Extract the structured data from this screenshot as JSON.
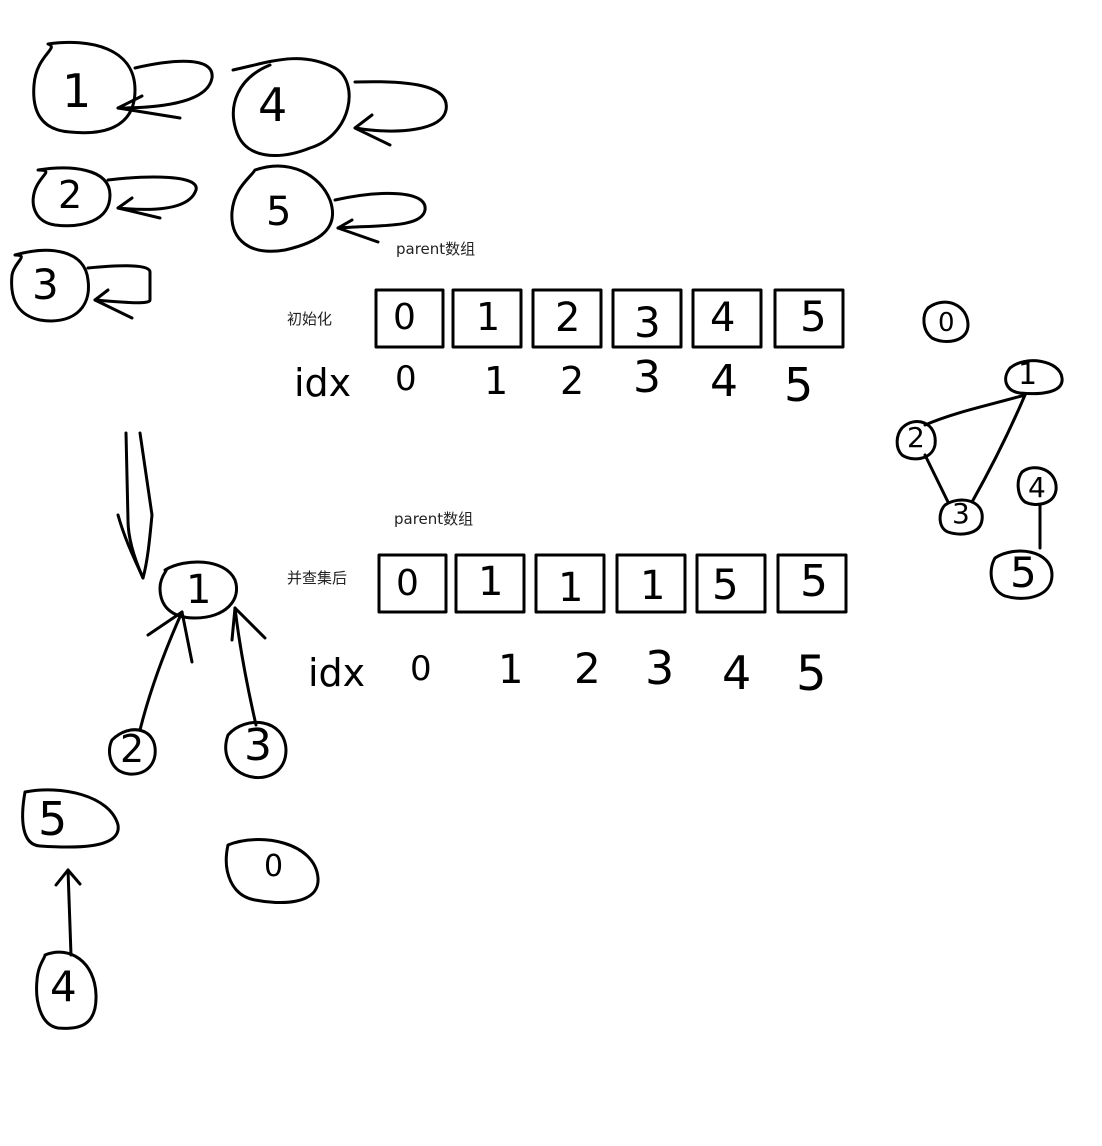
{
  "top_nodes": [
    "1",
    "4",
    "2",
    "5",
    "3"
  ],
  "section_init": {
    "array_title": "parent数组",
    "row_label": "初始化",
    "cells": [
      "0",
      "1",
      "2",
      "3",
      "4",
      "5"
    ],
    "idx_label": "idx",
    "idx": [
      "0",
      "1",
      "2",
      "3",
      "4",
      "5"
    ]
  },
  "section_after": {
    "array_title": "parent数组",
    "row_label": "并查集后",
    "cells": [
      "0",
      "1",
      "1",
      "1",
      "5",
      "5"
    ],
    "idx_label": "idx",
    "idx": [
      "0",
      "1",
      "2",
      "3",
      "4",
      "5"
    ]
  },
  "tree_left": [
    "1",
    "2",
    "3",
    "5",
    "4",
    "0"
  ],
  "graph_right": [
    "0",
    "1",
    "2",
    "3",
    "4",
    "5"
  ]
}
